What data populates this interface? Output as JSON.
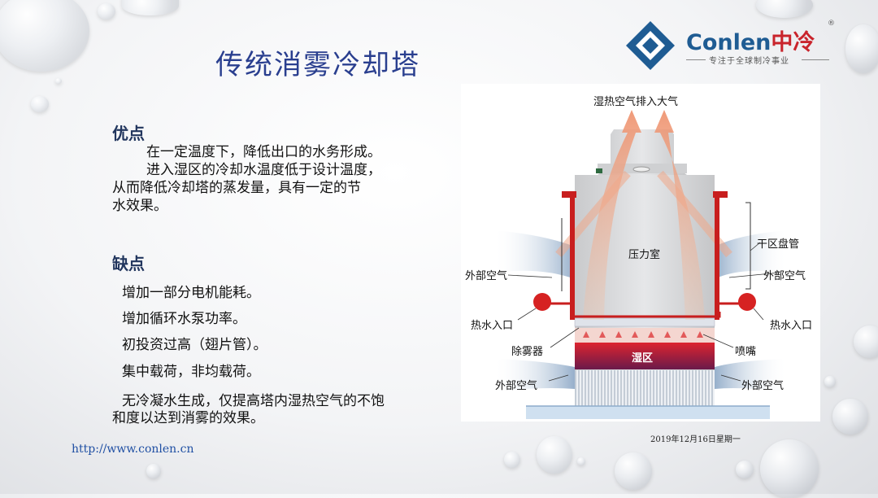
{
  "title": "传统消雾冷却塔",
  "logo": {
    "brand_en": "Conlen",
    "brand_cn": "中冷",
    "registered": "®",
    "slogan": "专注于全球制冷事业"
  },
  "advantages": {
    "heading": "优点",
    "lines": [
      "在一定温度下，降低出口的水务形成。",
      "进入湿区的冷却水温度低于设计温度，",
      "从而降低冷却塔的蒸发量，具有一定的节",
      "水效果。"
    ]
  },
  "disadvantages": {
    "heading": "缺点",
    "items": [
      "增加一部分电机能耗。",
      "增加循环水泵功率。",
      "初投资过高（翅片管）。",
      "集中载荷，非均载荷。",
      "无冷凝水生成，仅提高塔内湿热空气的不饱",
      "和度以达到消雾的效果。"
    ]
  },
  "url": "http://www.conlen.cn",
  "date": "2019年12月16日星期一",
  "diagram": {
    "top_label": "湿热空气排入大气",
    "pressure_room": "压力室",
    "dry_coil": "干区盘管",
    "outside_air_left": "外部空气",
    "outside_air_right": "外部空气",
    "hot_water_in_left": "热水入口",
    "hot_water_in_right": "热水入口",
    "demister": "除雾器",
    "nozzle": "喷嘴",
    "wet_zone": "湿区",
    "outside_air_bottom_left": "外部空气",
    "outside_air_bottom_right": "外部空气",
    "colors": {
      "tower_body": "#d9dadc",
      "coil_red": "#d32020",
      "wet_zone_red": "#d81e2a",
      "arrow_orange": "#f0a888",
      "air_blue": "#9fb6cf"
    }
  }
}
